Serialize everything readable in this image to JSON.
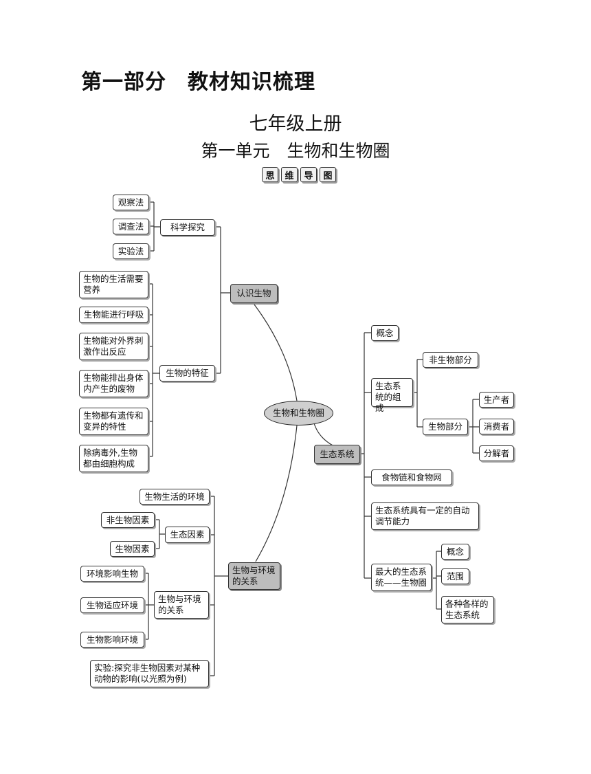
{
  "header": {
    "part_title": "第一部分　教材知识梳理",
    "grade_title": "七年级上册",
    "unit_title": "第一单元　生物和生物圈",
    "badges": [
      "思",
      "维",
      "导",
      "图"
    ]
  },
  "mindmap": {
    "center": "生物和生物圈",
    "main": {
      "recognize": "认识生物",
      "relation": "生物与环境的关系",
      "ecosystem": "生态系统"
    },
    "recognize": {
      "inquiry": "科学探究",
      "methods": [
        "观察法",
        "调查法",
        "实验法"
      ],
      "traits": "生物的特征",
      "trait_items": [
        "生物的生活需要营养",
        "生物能进行呼吸",
        "生物能对外界刺激作出反应",
        "生物能排出身体内产生的废物",
        "生物都有遗传和变异的特性",
        "除病毒外,生物都由细胞构成"
      ]
    },
    "relation": {
      "living_env": "生物生活的环境",
      "eco_factors": "生态因素",
      "factor_items": [
        "非生物因素",
        "生物因素"
      ],
      "bio_env": "生物与环境的关系",
      "bio_env_items": [
        "环境影响生物",
        "生物适应环境",
        "生物影响环境"
      ],
      "experiment": "实验:探究非生物因素对某种动物的影响(以光照为例)"
    },
    "ecosystem": {
      "concept": "概念",
      "composition": "生态系统的组成",
      "abiotic": "非生物部分",
      "biotic": "生物部分",
      "biotic_items": [
        "生产者",
        "消费者",
        "分解者"
      ],
      "food_chain": "食物链和食物网",
      "self_regulation": "生态系统具有一定的自动调节能力",
      "biosphere": "最大的生态系统——生物圈",
      "biosphere_items": [
        "概念",
        "范围",
        "各种各样的生态系统"
      ]
    }
  }
}
